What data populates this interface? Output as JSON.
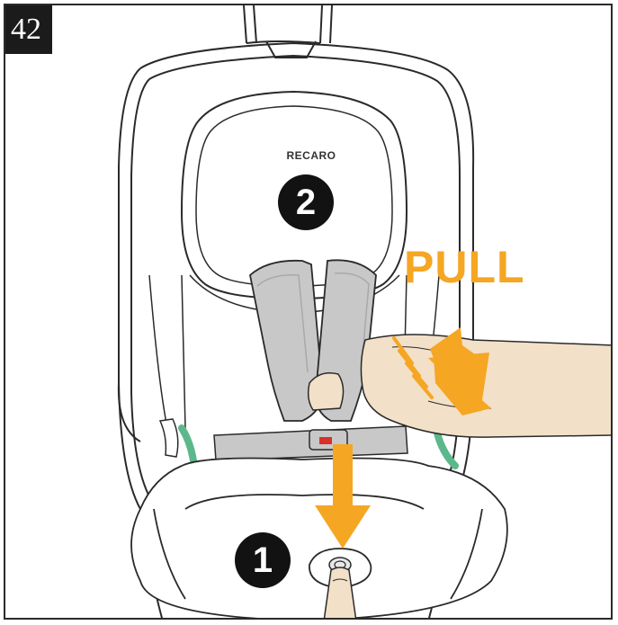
{
  "step": {
    "number": "42"
  },
  "labels": {
    "pull": "PULL",
    "marker_one": "1",
    "marker_two": "2",
    "brand": "RECARO"
  },
  "colors": {
    "arrow": "#f5a623",
    "harness": "#c8c8c8",
    "harness_dark": "#a9a9a9",
    "skin": "#f2e0c8",
    "accent_green": "#5cb88a",
    "buckle_red": "#d9302c",
    "outline": "#2a2a2a",
    "badge": "#1b1b1b"
  },
  "icons": {
    "arrow_down": "down-arrow-icon",
    "arrow_pull": "pull-arrow-icon",
    "hand_pull": "hand-icon",
    "finger_press": "finger-icon"
  }
}
